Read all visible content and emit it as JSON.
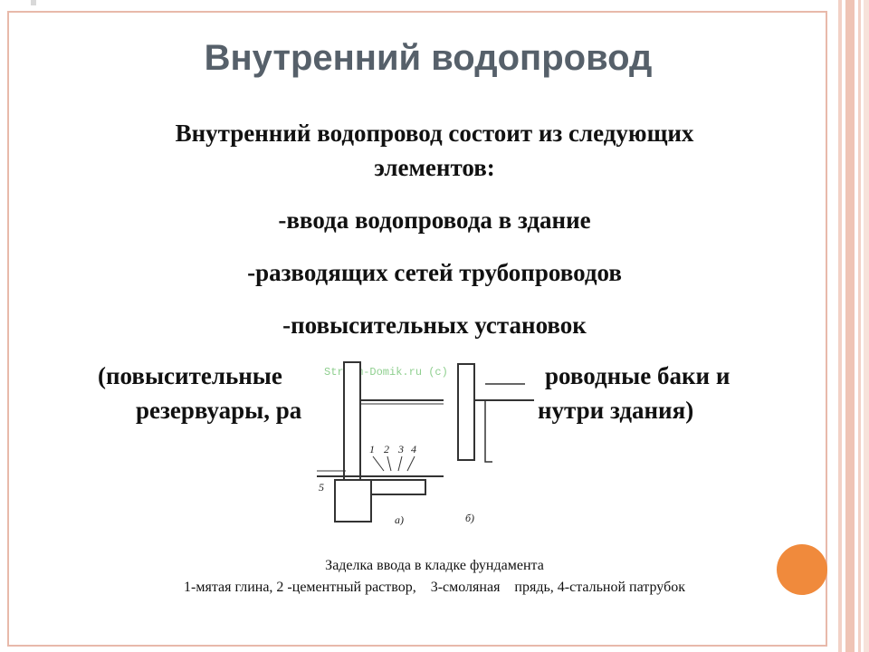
{
  "slide": {
    "title": "Внутренний водопровод",
    "intro_line1": "Внутренний водопровод состоит из следующих",
    "intro_line2": "элементов:",
    "items": [
      "-ввода водопровода в здание",
      "-разводящих сетей трубопроводов",
      "-повысительных установок"
    ],
    "note_line1": "(повысительные",
    "note_line1_end": "роводные баки и",
    "note_line2": "резервуары, ра",
    "note_line2_end": "нутри здания)"
  },
  "figure": {
    "watermark": "Stroim-Domik.ru (c)",
    "labels": {
      "n1": "1",
      "n2": "2",
      "n3": "3",
      "n4": "4",
      "n5": "5",
      "a": "а)",
      "b": "б)"
    },
    "caption_line1": "Заделка ввода в кладке фундамента",
    "caption_line2": "1-мятая глина, 2 -цементный раствор,    3-смоляная    прядь, 4-стальной патрубок"
  },
  "colors": {
    "title": "#56606a",
    "frame": "#e8b9aa",
    "accent_circle": "#f08a3c"
  }
}
